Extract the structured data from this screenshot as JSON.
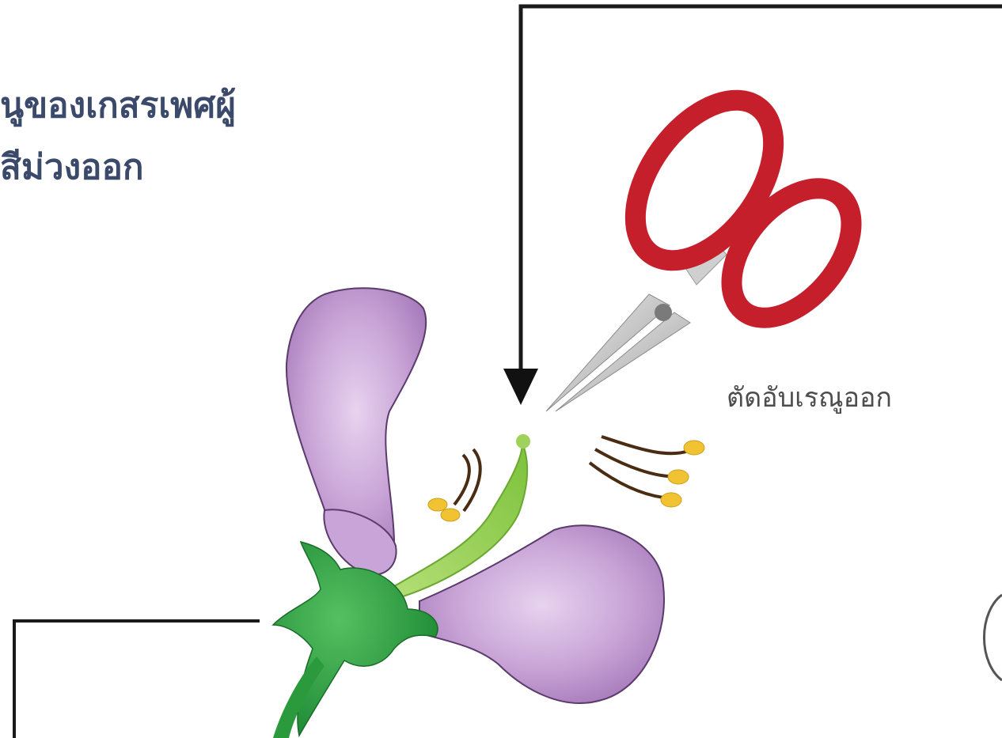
{
  "heading": {
    "line1": "นูของเกสรเพศผู้",
    "line2": "สีม่วงออก"
  },
  "labels": {
    "cut_anthers": "ตัดอับเรณูออก"
  },
  "colors": {
    "heading_text": "#3b4a6b",
    "scissor_handle": "#c41f2b",
    "petal": "#bb90cc",
    "sepal": "#2f9a3e",
    "pistil": "#8ccc45",
    "anther": "#f1c232"
  },
  "icons": [
    "scissors-icon",
    "down-arrow-icon"
  ]
}
